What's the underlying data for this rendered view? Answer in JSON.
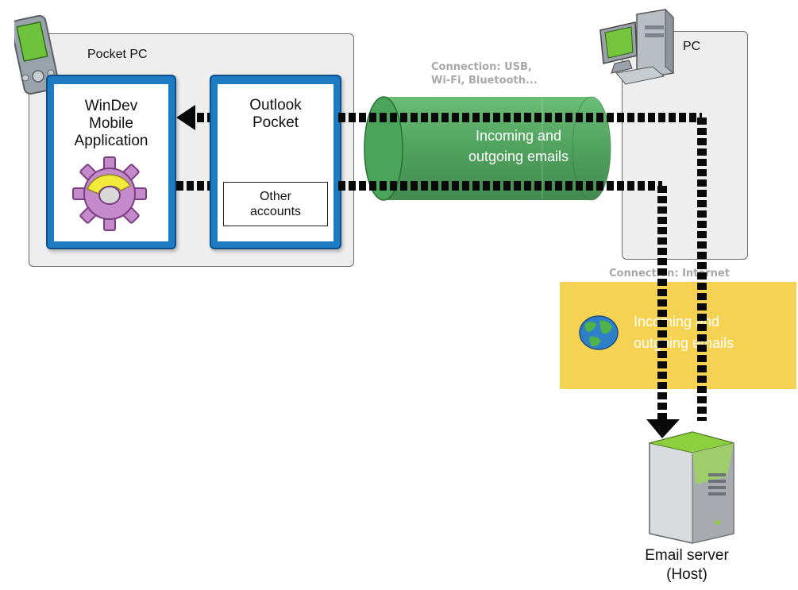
{
  "pocket_pc": {
    "title": "Pocket PC"
  },
  "windev_app": {
    "label": "WinDev\nMobile\nApplication"
  },
  "outlook": {
    "label": "Outlook\nPocket",
    "other_accounts": "Other\naccounts"
  },
  "pc": {
    "title": "PC"
  },
  "connection_usb": {
    "label": "Connection: USB,\nWi-Fi, Bluetooth..."
  },
  "tube": {
    "label": "Incoming and\noutgoing emails"
  },
  "connection_internet": {
    "label": "Connection: Internet"
  },
  "internet_panel": {
    "label": "Incoming and\noutgoing emails"
  },
  "email_server": {
    "label": "Email server\n(Host)"
  },
  "colors": {
    "window_blue": "#1d7bc2",
    "tube_green": "#3f9a4f",
    "internet_yellow": "#f5cf45",
    "box_gray": "#eeeeef"
  },
  "icons": [
    "pocket-pc-device-icon",
    "gear-icon",
    "pc-computer-icon",
    "globe-icon",
    "server-icon"
  ]
}
